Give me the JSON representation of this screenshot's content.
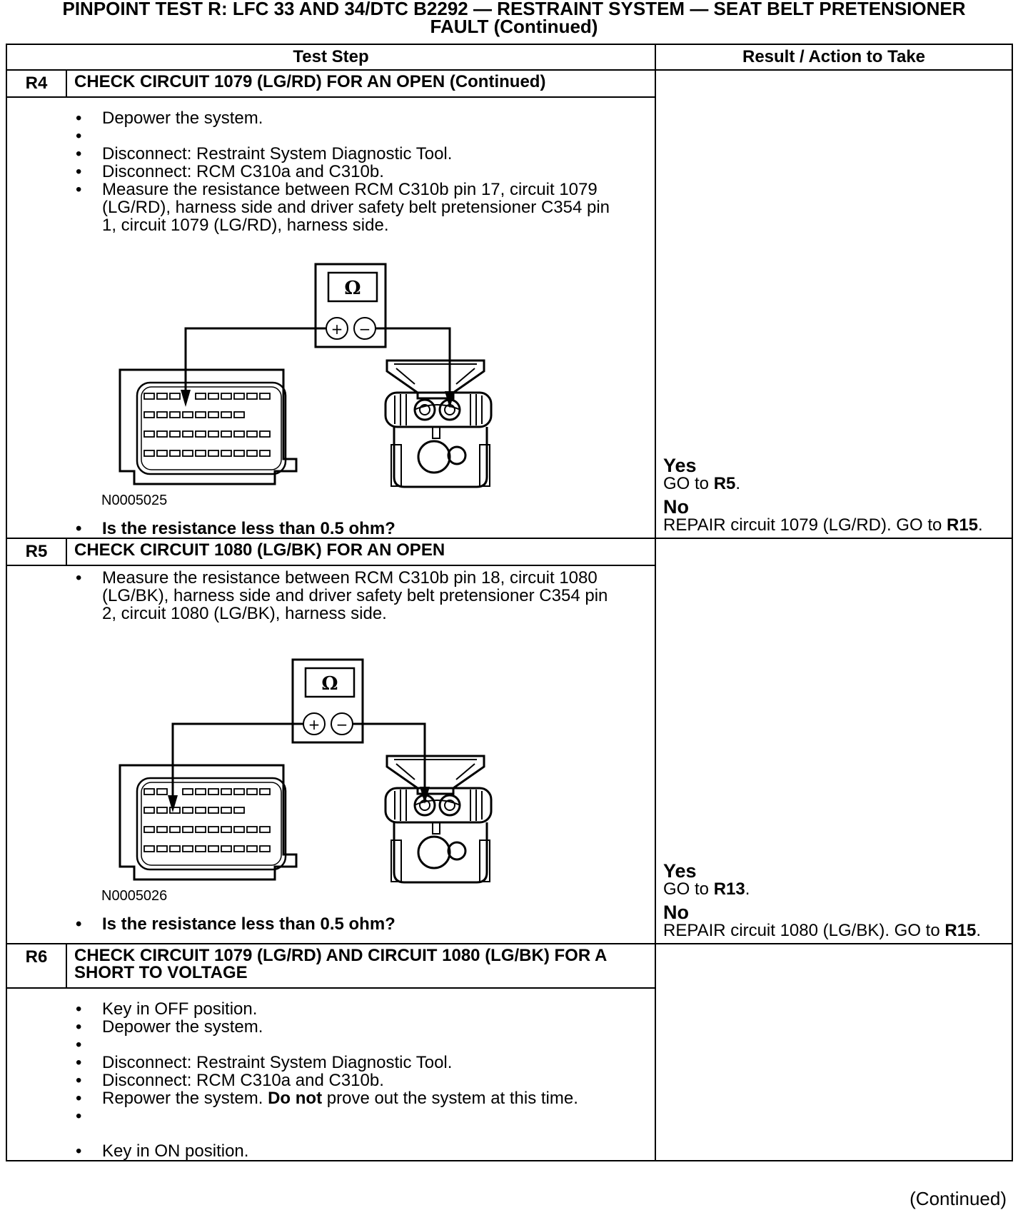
{
  "title": {
    "line1": "PINPOINT TEST R: LFC 33 AND 34/DTC B2292 — RESTRAINT SYSTEM — SEAT BELT PRETENSIONER",
    "line2": "FAULT (Continued)"
  },
  "headers": {
    "test_step": "Test Step",
    "result": "Result / Action to Take"
  },
  "steps": {
    "r4": {
      "num": "R4",
      "title": "CHECK CIRCUIT 1079 (LG/RD) FOR AN OPEN (Continued)",
      "b1": "Depower the system.",
      "b2": "Disconnect: Restraint System Diagnostic Tool.",
      "b3": "Disconnect: RCM C310a and C310b.",
      "b4": "Measure the resistance between RCM C310b pin 17, circuit 1079 (LG/RD), harness side and driver safety belt pretensioner C354 pin 1, circuit 1079 (LG/RD), harness side.",
      "meter": "Ω",
      "plus": "+",
      "minus": "−",
      "figure_id": "N0005025",
      "question": "Is the resistance less than 0.5 ohm?",
      "yes": "Yes",
      "yes_action": "GO to",
      "yes_target": "R5",
      "no": "No",
      "no_action": "REPAIR circuit 1079 (LG/RD). GO to",
      "no_target": "R15"
    },
    "r5": {
      "num": "R5",
      "title": "CHECK CIRCUIT 1080 (LG/BK) FOR AN OPEN",
      "b1": "Measure the resistance between RCM C310b pin 18, circuit 1080 (LG/BK), harness side and driver safety belt pretensioner C354 pin 2, circuit 1080 (LG/BK), harness side.",
      "meter": "Ω",
      "plus": "+",
      "minus": "−",
      "figure_id": "N0005026",
      "question": "Is the resistance less than 0.5 ohm?",
      "yes": "Yes",
      "yes_action": "GO to",
      "yes_target": "R13",
      "no": "No",
      "no_action": "REPAIR circuit 1080 (LG/BK). GO to",
      "no_target": "R15"
    },
    "r6": {
      "num": "R6",
      "title": "CHECK CIRCUIT 1079 (LG/RD) AND CIRCUIT 1080 (LG/BK) FOR A SHORT TO VOLTAGE",
      "b1": "Key in OFF position.",
      "b2": "Depower the system.",
      "b3": "Disconnect: Restraint System Diagnostic Tool.",
      "b4": "Disconnect: RCM C310a and C310b.",
      "b5_a": "Repower the system.",
      "b5_bold": "Do not",
      "b5_b": "prove out the system at this time.",
      "b6": "Key in ON position."
    }
  },
  "continued": "(Continued)"
}
